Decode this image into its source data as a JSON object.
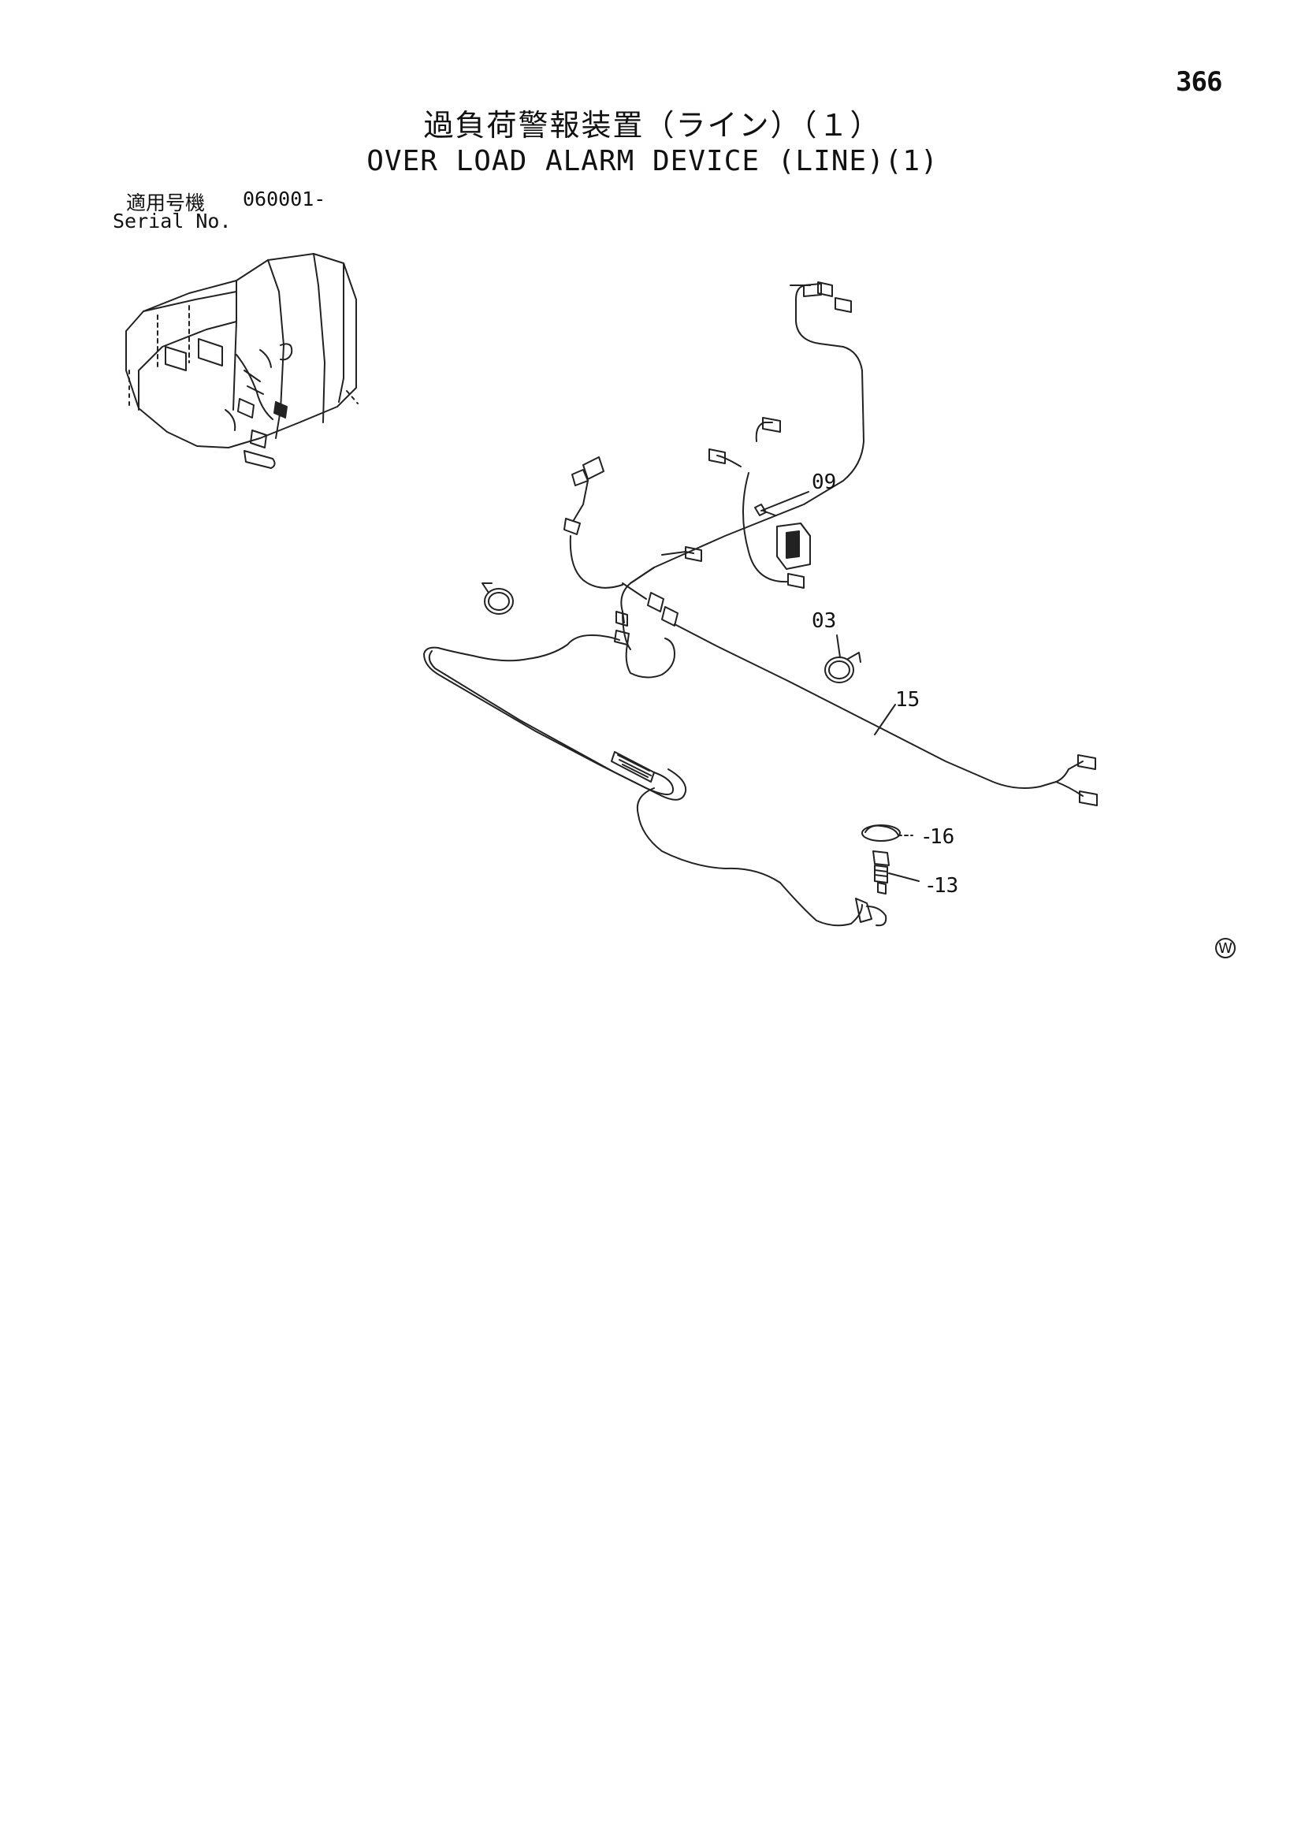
{
  "page": {
    "number": "366",
    "title_jp": "過負荷警報装置（ライン）（１）",
    "title_en": "OVER LOAD ALARM DEVICE (LINE)(1)"
  },
  "serial": {
    "label_jp": "適用号機",
    "value": "060001-",
    "label_en": "Serial No."
  },
  "callouts": [
    {
      "id": "09",
      "label": "09"
    },
    {
      "id": "03",
      "label": "03"
    },
    {
      "id": "15",
      "label": "15"
    },
    {
      "id": "16",
      "label": "16"
    },
    {
      "id": "13",
      "label": "13"
    }
  ],
  "watermark": "W"
}
